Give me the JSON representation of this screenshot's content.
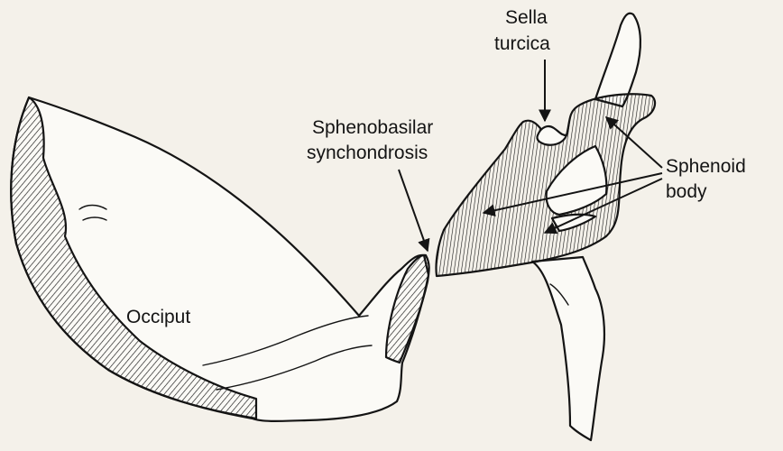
{
  "labels": {
    "sella_line1": "Sella",
    "sella_line2": "turcica",
    "spheno_line1": "Sphenobasilar",
    "spheno_line2": "synchondrosis",
    "sphenoid_line1": "Sphenoid",
    "sphenoid_line2": "body",
    "occiput": "Occiput"
  },
  "colors": {
    "ink": "#141414",
    "paper": "#f4f1ea",
    "bone": "#fbfaf6"
  }
}
